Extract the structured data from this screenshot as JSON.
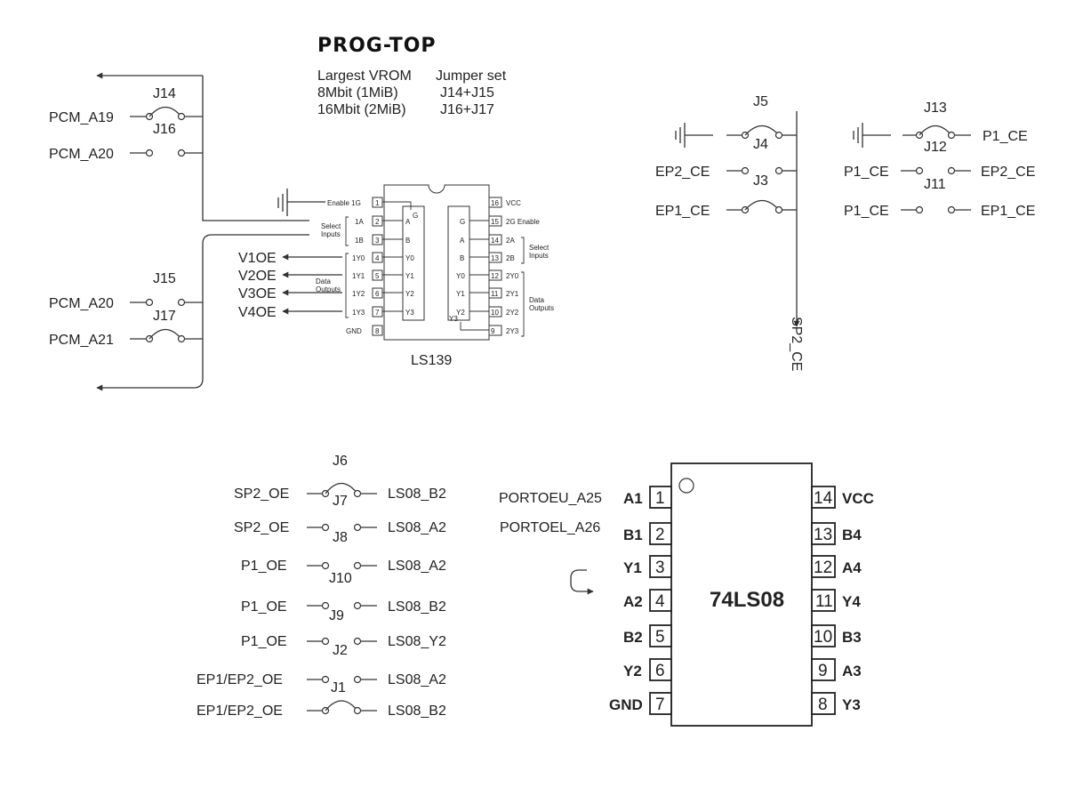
{
  "title": "PROG-TOP",
  "vrom_table": {
    "headers": [
      "Largest VROM",
      "Jumper set"
    ],
    "rows": [
      [
        "8Mbit (1MiB)",
        "J14+J15"
      ],
      [
        "16Mbit (2MiB)",
        "J16+J17"
      ]
    ]
  },
  "top_left": {
    "jumpers": [
      {
        "id": "J14",
        "signal": "PCM_A19"
      },
      {
        "id": "J16",
        "signal": "PCM_A20"
      },
      {
        "id": "J15",
        "signal": "PCM_A20"
      },
      {
        "id": "J17",
        "signal": "PCM_A21"
      }
    ]
  },
  "ls139": {
    "name": "LS139",
    "left_pins": [
      {
        "num": "1",
        "label": "Enable 1G"
      },
      {
        "num": "2",
        "label": "1A"
      },
      {
        "num": "3",
        "label": "1B"
      },
      {
        "num": "4",
        "label": "1Y0"
      },
      {
        "num": "5",
        "label": "1Y1"
      },
      {
        "num": "6",
        "label": "1Y2"
      },
      {
        "num": "7",
        "label": "1Y3"
      },
      {
        "num": "8",
        "label": "GND"
      }
    ],
    "right_pins": [
      {
        "num": "16",
        "label": "VCC"
      },
      {
        "num": "15",
        "label": "2G Enable"
      },
      {
        "num": "14",
        "label": "2A"
      },
      {
        "num": "13",
        "label": "2B"
      },
      {
        "num": "12",
        "label": "2Y0"
      },
      {
        "num": "11",
        "label": "2Y1"
      },
      {
        "num": "10",
        "label": "2Y2"
      },
      {
        "num": "9",
        "label": "2Y3"
      }
    ],
    "inner_left": [
      "G",
      "A",
      "B",
      "Y0",
      "Y1",
      "Y2",
      "Y3"
    ],
    "inner_right": [
      "G",
      "A",
      "B",
      "Y0",
      "Y1",
      "Y2",
      "Y3"
    ],
    "group_labels": {
      "select_inputs": [
        "Select",
        "Inputs"
      ],
      "data_outputs": [
        "Data",
        "Outputs"
      ]
    },
    "outputs": [
      "V1OE",
      "V2OE",
      "V3OE",
      "V4OE"
    ]
  },
  "top_right": {
    "left_bank": [
      {
        "id": "J5",
        "left": "gnd"
      },
      {
        "id": "J4",
        "left": "EP2_CE"
      },
      {
        "id": "J3",
        "left": "EP1_CE"
      }
    ],
    "right_bank": [
      {
        "id": "J13",
        "left": "gnd",
        "right": "P1_CE"
      },
      {
        "id": "J12",
        "left": "P1_CE",
        "right": "EP2_CE"
      },
      {
        "id": "J11",
        "left": "P1_CE",
        "right": "EP1_CE"
      }
    ],
    "bus_output": "SP2_CE"
  },
  "bottom_jumpers": [
    {
      "id": "J6",
      "left": "SP2_OE",
      "right": "LS08_B2"
    },
    {
      "id": "J7",
      "left": "SP2_OE",
      "right": "LS08_A2"
    },
    {
      "id": "J8",
      "left": "P1_OE",
      "right": "LS08_A2"
    },
    {
      "id": "J10",
      "left": "P1_OE",
      "right": "LS08_B2"
    },
    {
      "id": "J9",
      "left": "P1_OE",
      "right": "LS08_Y2"
    },
    {
      "id": "J2",
      "left": "EP1/EP2_OE",
      "right": "LS08_A2"
    },
    {
      "id": "J1",
      "left": "EP1/EP2_OE",
      "right": "LS08_B2"
    }
  ],
  "ls08": {
    "name": "74LS08",
    "left_pins": [
      {
        "num": "1",
        "label": "A1",
        "net": "PORTOEU_A25"
      },
      {
        "num": "2",
        "label": "B1",
        "net": "PORTOEL_A26"
      },
      {
        "num": "3",
        "label": "Y1",
        "net": ""
      },
      {
        "num": "4",
        "label": "A2",
        "net": ""
      },
      {
        "num": "5",
        "label": "B2",
        "net": ""
      },
      {
        "num": "6",
        "label": "Y2",
        "net": ""
      },
      {
        "num": "7",
        "label": "GND",
        "net": ""
      }
    ],
    "right_pins": [
      {
        "num": "14",
        "label": "VCC"
      },
      {
        "num": "13",
        "label": "B4"
      },
      {
        "num": "12",
        "label": "A4"
      },
      {
        "num": "11",
        "label": "Y4"
      },
      {
        "num": "10",
        "label": "B3"
      },
      {
        "num": "9",
        "label": "A3"
      },
      {
        "num": "8",
        "label": "Y3"
      }
    ]
  }
}
